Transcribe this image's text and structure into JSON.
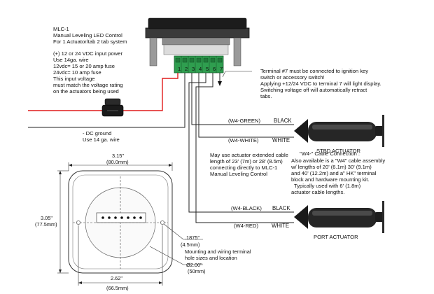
{
  "panel_title": {
    "line1": "MLC-1",
    "line2": "Manual Leveling LED Control",
    "line3": "For 1 Actuator/tab 2 tab system"
  },
  "power_note": {
    "line1": "(+) 12 or 24 VDC input power",
    "line2": "Use 14ga. wire",
    "line3": "12vdc= 15 or 20 amp fuse",
    "line4": "24vdc= 10 amp fuse",
    "line5": "This input voltage",
    "line6": "must match the voltage rating",
    "line7": "on the actuators being used"
  },
  "ground_note": {
    "line1": "- DC ground",
    "line2": "Use 14 ga. wire"
  },
  "terminal_numbers": [
    "1",
    "2",
    "3",
    "4",
    "5",
    "6",
    "7"
  ],
  "terminal7_note": {
    "line1": "Terminal #7 must be connected to ignition key",
    "line2": "switch or accessory switch!",
    "line3": "Applying +12/24 VDC to terminal 7 will light display.",
    "line4": "Switching voltage off will automatically retract",
    "line5": "tabs."
  },
  "stbd": {
    "wire_green": "(W4-GREEN)",
    "color_black": "BLACK",
    "wire_white": "(W4-WHITE)",
    "color_white": "WHITE",
    "label": "STBD ACTUATOR"
  },
  "port": {
    "wire_black": "(W4-BLACK)",
    "color_black": "BLACK",
    "wire_red": "(W4-RED)",
    "color_white": "WHITE",
    "label": "PORT ACTUATOR"
  },
  "extension_note": {
    "line1": "May use actuator extended  cable",
    "line2": "length of 23' (7m) or 28' (8.5m)",
    "line3": "connecting directly to MLC-1",
    "line4": "Manual Leveling Control"
  },
  "cable_note": {
    "title": "\"W4-\"  Cable Connection :",
    "line1": "Also available is a \"W4\" cable assembly",
    "line2": "w/ lengths of 20' (6.1m) 30' (9.1m)",
    "line3": "and 40' (12.2m) and a\" HK\" terminal",
    "line4": "block and hardware mounting kit.",
    "line5": "Typically used with 6' (1.8m)",
    "line6": "actuator cable lengths."
  },
  "dimensions": {
    "width_in": "3.15\"",
    "width_mm": "(80.0mm)",
    "height_in": "3.05\"",
    "height_mm": "(77.5mm)",
    "hole_in": ".1875\"",
    "hole_mm": "(4.5mm)",
    "mount_note1": "Mounting and wiring terminal",
    "mount_note2": "hole sizes and location",
    "dia_in": "Ø2.00\"",
    "dia_mm": "(50mm)",
    "hole_spacing_in": "2.62\"",
    "hole_spacing_mm": "(66.5mm)"
  }
}
